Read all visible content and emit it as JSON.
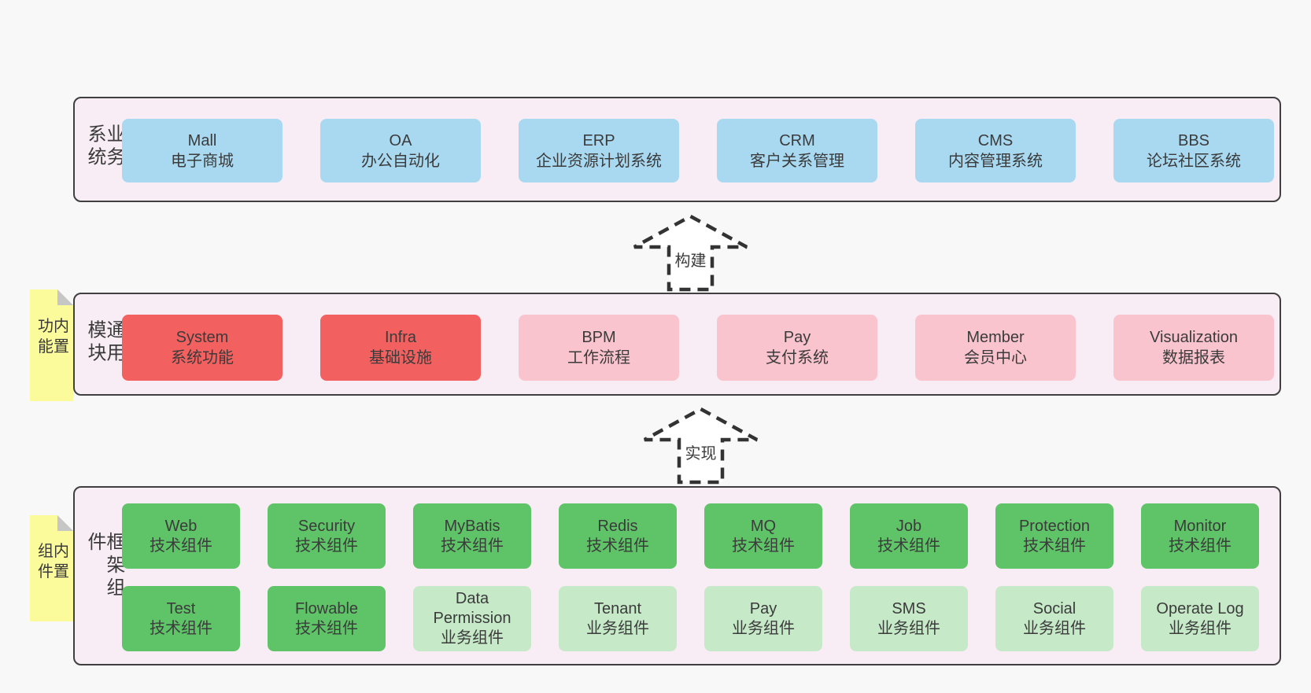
{
  "colors": {
    "page_bg": "#f8f8f8",
    "layer_bg": "#f8edf5",
    "layer_border": "#404040",
    "blue": "#a9d9f1",
    "red": "#f2605f",
    "pink": "#fac4ce",
    "green": "#5fc468",
    "light_green": "#c6e9c8",
    "note_yellow": "#fbfb9b",
    "fold_gray": "#c6c6c6",
    "arrow_line": "#333333",
    "text": "#3b3b3b"
  },
  "arrows": [
    {
      "label": "构建"
    },
    {
      "label": "实现"
    }
  ],
  "layers": [
    {
      "side_label": "业务系统",
      "boxes": [
        {
          "title": "Mall",
          "subtitle": "电子商城"
        },
        {
          "title": "OA",
          "subtitle": "办公自动化"
        },
        {
          "title": "ERP",
          "subtitle": "企业资源计划系统"
        },
        {
          "title": "CRM",
          "subtitle": "客户关系管理"
        },
        {
          "title": "CMS",
          "subtitle": "内容管理系统"
        },
        {
          "title": "BBS",
          "subtitle": "论坛社区系统"
        }
      ]
    },
    {
      "side_label": "通用模块",
      "note": "内置功能",
      "boxes": [
        {
          "title": "System",
          "subtitle": "系统功能"
        },
        {
          "title": "Infra",
          "subtitle": "基础设施"
        },
        {
          "title": "BPM",
          "subtitle": "工作流程"
        },
        {
          "title": "Pay",
          "subtitle": "支付系统"
        },
        {
          "title": "Member",
          "subtitle": "会员中心"
        },
        {
          "title": "Visualization",
          "subtitle": "数据报表"
        }
      ]
    },
    {
      "side_label": "框架组件",
      "note": "内置组件",
      "rows": [
        [
          {
            "title": "Web",
            "subtitle": "技术组件"
          },
          {
            "title": "Security",
            "subtitle": "技术组件"
          },
          {
            "title": "MyBatis",
            "subtitle": "技术组件"
          },
          {
            "title": "Redis",
            "subtitle": "技术组件"
          },
          {
            "title": "MQ",
            "subtitle": "技术组件"
          },
          {
            "title": "Job",
            "subtitle": "技术组件"
          },
          {
            "title": "Protection",
            "subtitle": "技术组件"
          },
          {
            "title": "Monitor",
            "subtitle": "技术组件"
          }
        ],
        [
          {
            "title": "Test",
            "subtitle": "技术组件"
          },
          {
            "title": "Flowable",
            "subtitle": "技术组件"
          },
          {
            "title": "Data Permission",
            "subtitle": "业务组件"
          },
          {
            "title": "Tenant",
            "subtitle": "业务组件"
          },
          {
            "title": "Pay",
            "subtitle": "业务组件"
          },
          {
            "title": "SMS",
            "subtitle": "业务组件"
          },
          {
            "title": "Social",
            "subtitle": "业务组件"
          },
          {
            "title": "Operate Log",
            "subtitle": "业务组件"
          }
        ]
      ]
    }
  ]
}
